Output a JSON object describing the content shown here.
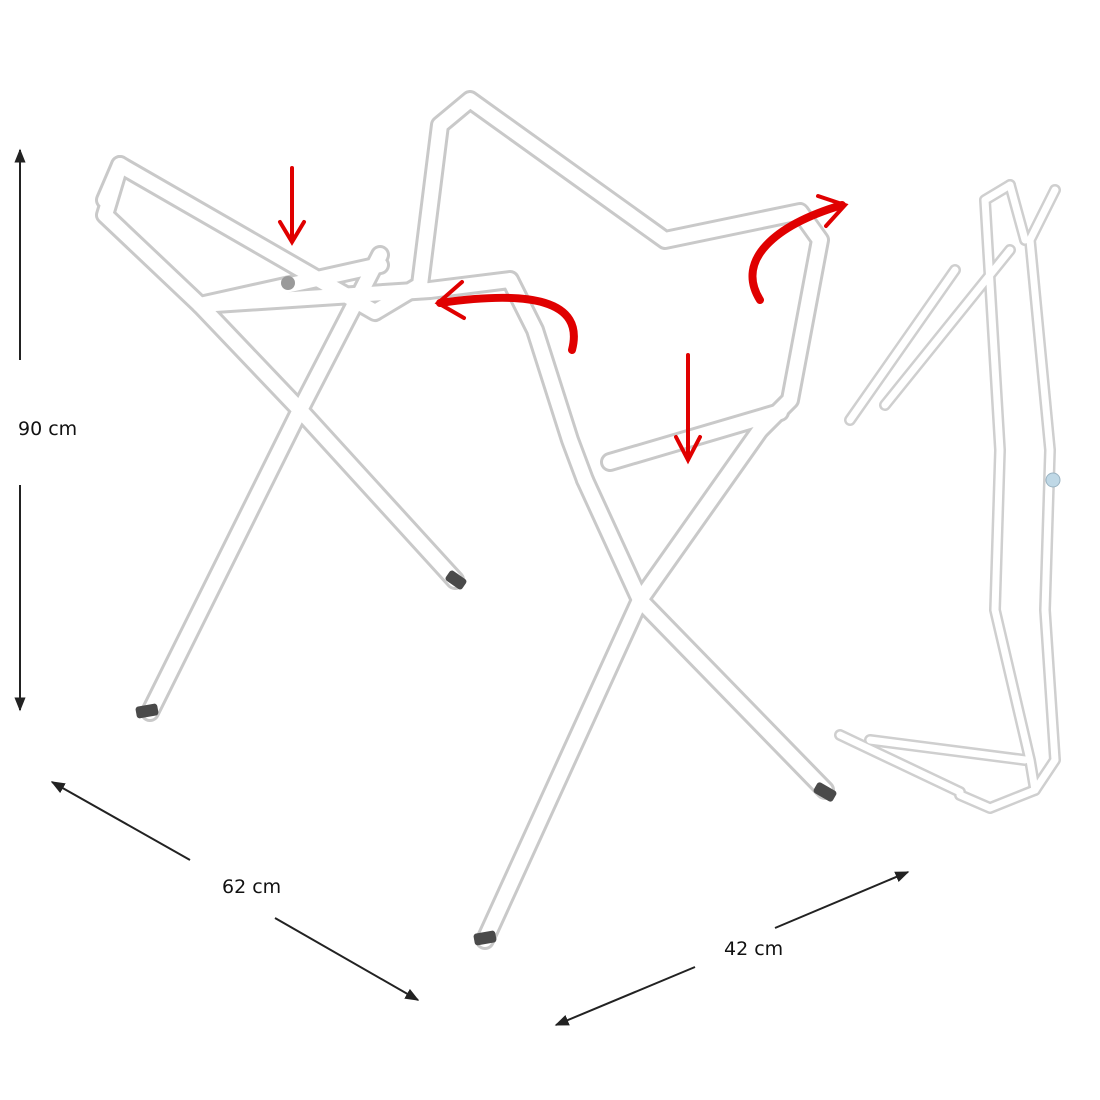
{
  "dimensions": {
    "height_label": "90 cm",
    "length_label": "62 cm",
    "width_label": "42 cm"
  },
  "colors": {
    "frame_stroke": "#c9c9c9",
    "frame_fill": "#ffffff",
    "arrow": "#e00000",
    "dimension_line": "#222222",
    "feet": "#4a4a4a"
  },
  "arrows": [
    {
      "name": "press-arrow-left",
      "kind": "push-down"
    },
    {
      "name": "fold-arrow-center",
      "kind": "curved"
    },
    {
      "name": "fold-arrow-right",
      "kind": "curved"
    },
    {
      "name": "press-arrow-front",
      "kind": "push-down"
    }
  ]
}
